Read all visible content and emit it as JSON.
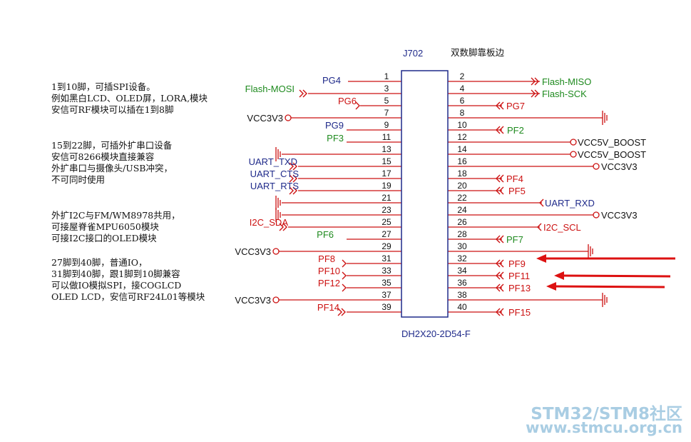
{
  "connector": {
    "ref": "J702",
    "part": "DH2X20-2D54-F",
    "edge_note": "双数脚靠板边"
  },
  "notes": [
    {
      "id": "spi",
      "lines": [
        "1到10脚，可插SPI设备。",
        "例如黑白LCD、OLED屏，LORA,模块",
        "安信可RF模块可以插在1到8脚"
      ]
    },
    {
      "id": "uart",
      "lines": [
        "15到22脚，可插外扩串口设备",
        "安信可8266模块直接兼容",
        "外扩串口与摄像头/USB冲突，",
        "不可同时使用"
      ]
    },
    {
      "id": "i2c",
      "lines": [
        "外扩I2C与FM/WM8978共用，",
        "可接屋脊雀MPU6050模块",
        "可接I2C接口的OLED模块"
      ]
    },
    {
      "id": "io",
      "lines": [
        "27脚到40脚，普通IO，",
        "31脚到40脚，跟1脚到10脚兼容",
        "可以做IO模拟SPI，接COGLCD",
        "OLED LCD，安信可RF24L01等模块"
      ]
    }
  ],
  "left_pins": [
    {
      "pin": "1",
      "net": "PG4",
      "color": "#1f2a8a"
    },
    {
      "pin": "3",
      "net": "Flash-MOSI",
      "color": "#1e8a1e"
    },
    {
      "pin": "5",
      "net": "PG6",
      "color": "#cc1111"
    },
    {
      "pin": "7",
      "net": "VCC3V3",
      "color": "#111111"
    },
    {
      "pin": "9",
      "net": "PG9",
      "color": "#1f2a8a"
    },
    {
      "pin": "11",
      "net": "PF3",
      "color": "#1e8a1e"
    },
    {
      "pin": "13",
      "net": "",
      "color": "#111111"
    },
    {
      "pin": "15",
      "net": "UART_TXD",
      "color": "#1f2a8a"
    },
    {
      "pin": "17",
      "net": "UART_CTS",
      "color": "#1f2a8a"
    },
    {
      "pin": "19",
      "net": "UART_RTS",
      "color": "#1f2a8a"
    },
    {
      "pin": "21",
      "net": "",
      "color": "#111111"
    },
    {
      "pin": "23",
      "net": "",
      "color": "#111111"
    },
    {
      "pin": "25",
      "net": "I2C_SDA",
      "color": "#cc1111"
    },
    {
      "pin": "27",
      "net": "PF6",
      "color": "#1e8a1e"
    },
    {
      "pin": "29",
      "net": "VCC3V3",
      "color": "#111111"
    },
    {
      "pin": "31",
      "net": "PF8",
      "color": "#cc1111"
    },
    {
      "pin": "33",
      "net": "PF10",
      "color": "#cc1111"
    },
    {
      "pin": "35",
      "net": "PF12",
      "color": "#cc1111"
    },
    {
      "pin": "37",
      "net": "VCC3V3",
      "color": "#111111"
    },
    {
      "pin": "39",
      "net": "PF14",
      "color": "#cc1111"
    }
  ],
  "right_pins": [
    {
      "pin": "2",
      "net": "Flash-MISO",
      "color": "#1e8a1e"
    },
    {
      "pin": "4",
      "net": "Flash-SCK",
      "color": "#1e8a1e"
    },
    {
      "pin": "6",
      "net": "PG7",
      "color": "#cc1111"
    },
    {
      "pin": "8",
      "net": "",
      "color": "#111111"
    },
    {
      "pin": "10",
      "net": "PF2",
      "color": "#1e8a1e"
    },
    {
      "pin": "12",
      "net": "VCC5V_BOOST",
      "color": "#111111"
    },
    {
      "pin": "14",
      "net": "VCC5V_BOOST",
      "color": "#111111"
    },
    {
      "pin": "16",
      "net": "VCC3V3",
      "color": "#111111"
    },
    {
      "pin": "18",
      "net": "PF4",
      "color": "#cc1111"
    },
    {
      "pin": "20",
      "net": "PF5",
      "color": "#cc1111"
    },
    {
      "pin": "22",
      "net": "UART_RXD",
      "color": "#1f2a8a"
    },
    {
      "pin": "24",
      "net": "VCC3V3",
      "color": "#111111"
    },
    {
      "pin": "26",
      "net": "I2C_SCL",
      "color": "#cc1111"
    },
    {
      "pin": "28",
      "net": "PF7",
      "color": "#1e8a1e"
    },
    {
      "pin": "30",
      "net": "",
      "color": "#111111"
    },
    {
      "pin": "32",
      "net": "PF9",
      "color": "#cc1111"
    },
    {
      "pin": "34",
      "net": "PF11",
      "color": "#cc1111"
    },
    {
      "pin": "36",
      "net": "PF13",
      "color": "#cc1111"
    },
    {
      "pin": "38",
      "net": "",
      "color": "#111111"
    },
    {
      "pin": "40",
      "net": "PF15",
      "color": "#cc1111"
    }
  ],
  "watermark": {
    "line1": "STM32/STM8社区",
    "line2": "www.stmcu.org.cn"
  },
  "colors": {
    "wire": "#cc1111",
    "body": "#1f2a8a",
    "pin_number": "#111111",
    "arrow": "#dd1111",
    "watermark": "#a9cde3"
  }
}
